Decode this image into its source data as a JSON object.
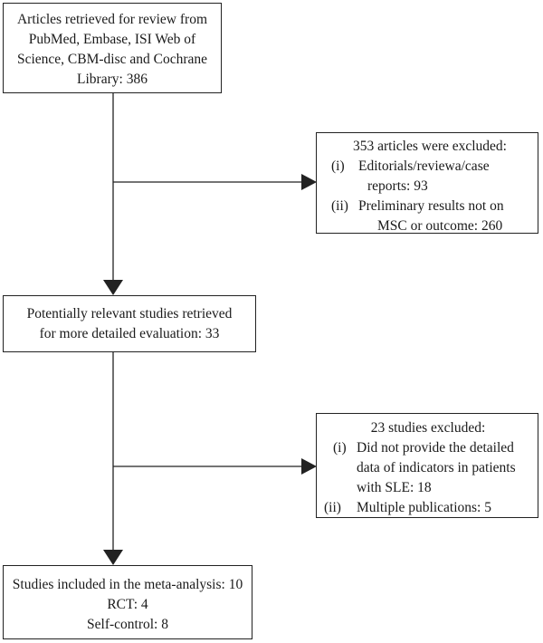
{
  "box1": {
    "lines": [
      "Articles retrieved for review from",
      "PubMed, Embase, ISI Web of",
      "Science, CBM-disc and Cochrane",
      "Library: 386"
    ]
  },
  "excl1": {
    "title": "353 articles were excluded:",
    "items": [
      {
        "num": "(i)",
        "lines": [
          "Editorials/reviewa/case",
          "reports: 93"
        ]
      },
      {
        "num": "(ii)",
        "lines": [
          "Preliminary results not on",
          "MSC or outcome: 260"
        ]
      }
    ]
  },
  "box2": {
    "lines": [
      "Potentially relevant studies retrieved",
      "for more detailed evaluation: 33"
    ]
  },
  "excl2": {
    "title": "23 studies excluded:",
    "items": [
      {
        "num": "(i)",
        "lines": [
          "Did not provide the detailed",
          "data of indicators in patients",
          "with SLE: 18"
        ]
      },
      {
        "num": "(ii)",
        "lines": [
          "Multiple publications: 5"
        ]
      }
    ]
  },
  "box3": {
    "lines": [
      "Studies included in the meta-analysis: 10",
      "RCT: 4",
      "Self-control: 8"
    ]
  }
}
